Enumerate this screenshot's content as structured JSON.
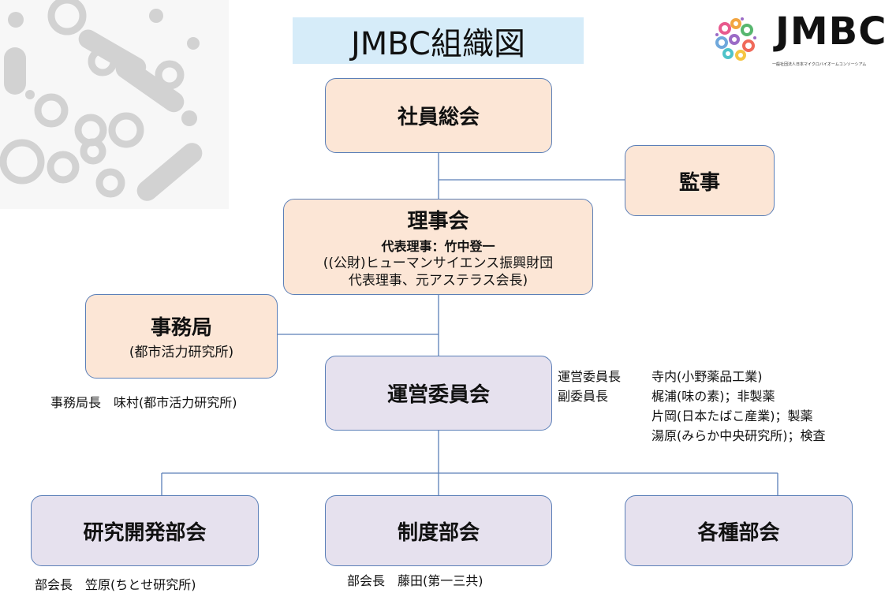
{
  "title": "JMBC組織図",
  "logo": {
    "text": "JMBC",
    "subtext": "一般社団法人日本マイクロバイオームコンソーシアム"
  },
  "nodes": {
    "general_assembly": {
      "label": "社員総会"
    },
    "auditor": {
      "label": "監事"
    },
    "board": {
      "label": "理事会",
      "rep": "代表理事：竹中登一",
      "line1": "((公財)ヒューマンサイエンス振興財団",
      "line2": "代表理事、元アステラス会長)"
    },
    "secretariat": {
      "label": "事務局",
      "sub": "(都市活力研究所)"
    },
    "steering": {
      "label": "運営委員会"
    },
    "rnd": {
      "label": "研究開発部会"
    },
    "system": {
      "label": "制度部会"
    },
    "various": {
      "label": "各種部会"
    }
  },
  "notes": {
    "secretariat_head": "事務局長　味村(都市活力研究所)",
    "steering_chair_label": "運営委員長",
    "steering_chair_value": "寺内(小野薬品工業)",
    "vice_label": "副委員長",
    "vice_1": "梶浦(味の素)；非製薬",
    "vice_2": "片岡(日本たばこ産業)；製薬",
    "vice_3": "湯原(みらか中央研究所)；検査",
    "rnd_head": "部会長　笠原(ちとせ研究所)",
    "system_head": "部会長　藤田(第一三共)"
  },
  "colors": {
    "peach": "#fce6d6",
    "lavender": "#e6e1ee",
    "border": "#5b7fb8",
    "title_bg": "#d6ecf9"
  }
}
